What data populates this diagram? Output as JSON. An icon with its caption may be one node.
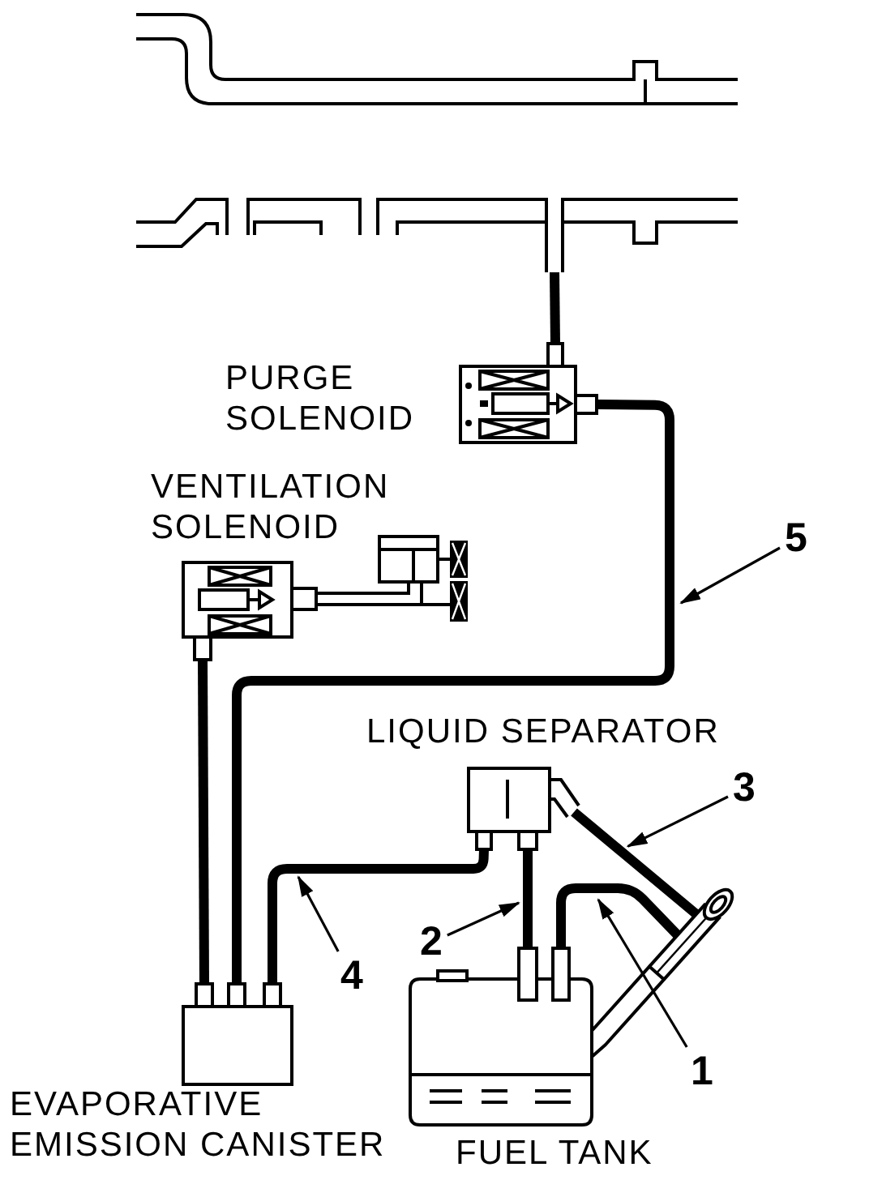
{
  "diagram": {
    "nodes": [
      {
        "text": [],
        "shape": "picture"
      },
      {
        "text": [
          "PURGE SOLENOID"
        ]
      },
      {
        "text": [
          "VENTILATION SOLENOID"
        ]
      },
      {
        "text": [
          "5"
        ]
      },
      {
        "text": [
          "LIQUID SEPARATOR"
        ]
      },
      {
        "text": [
          "3"
        ]
      },
      {
        "text": [
          "2"
        ]
      },
      {
        "text": [
          "4"
        ]
      },
      {
        "text": [],
        "shape": "picture"
      },
      {
        "text": [
          "1"
        ]
      },
      {
        "text": [
          "EVAPORATIVE EMISSION CANISTER"
        ]
      },
      {
        "text": [
          "FUEL TANK"
        ]
      }
    ],
    "edges": [
      {
        "from": 0,
        "to": 1,
        "arrow": "none"
      },
      {
        "from": 1,
        "to": 10,
        "arrow": "none"
      },
      {
        "from": 2,
        "to": 10,
        "arrow": "none"
      },
      {
        "from": 10,
        "to": 4,
        "arrow": "none"
      },
      {
        "from": 4,
        "to": 11,
        "arrow": "none"
      },
      {
        "from": 4,
        "to": 8,
        "arrow": "none"
      },
      {
        "from": 11,
        "to": 8,
        "arrow": "none"
      },
      {
        "from": 3,
        "to": null,
        "arrow": "to"
      },
      {
        "from": 5,
        "to": null,
        "arrow": "to"
      },
      {
        "from": 6,
        "to": null,
        "arrow": "to"
      },
      {
        "from": 7,
        "to": null,
        "arrow": "to"
      },
      {
        "from": 9,
        "to": null,
        "arrow": "to"
      },
      {
        "from": 8,
        "to": 11,
        "arrow": "none"
      }
    ]
  }
}
